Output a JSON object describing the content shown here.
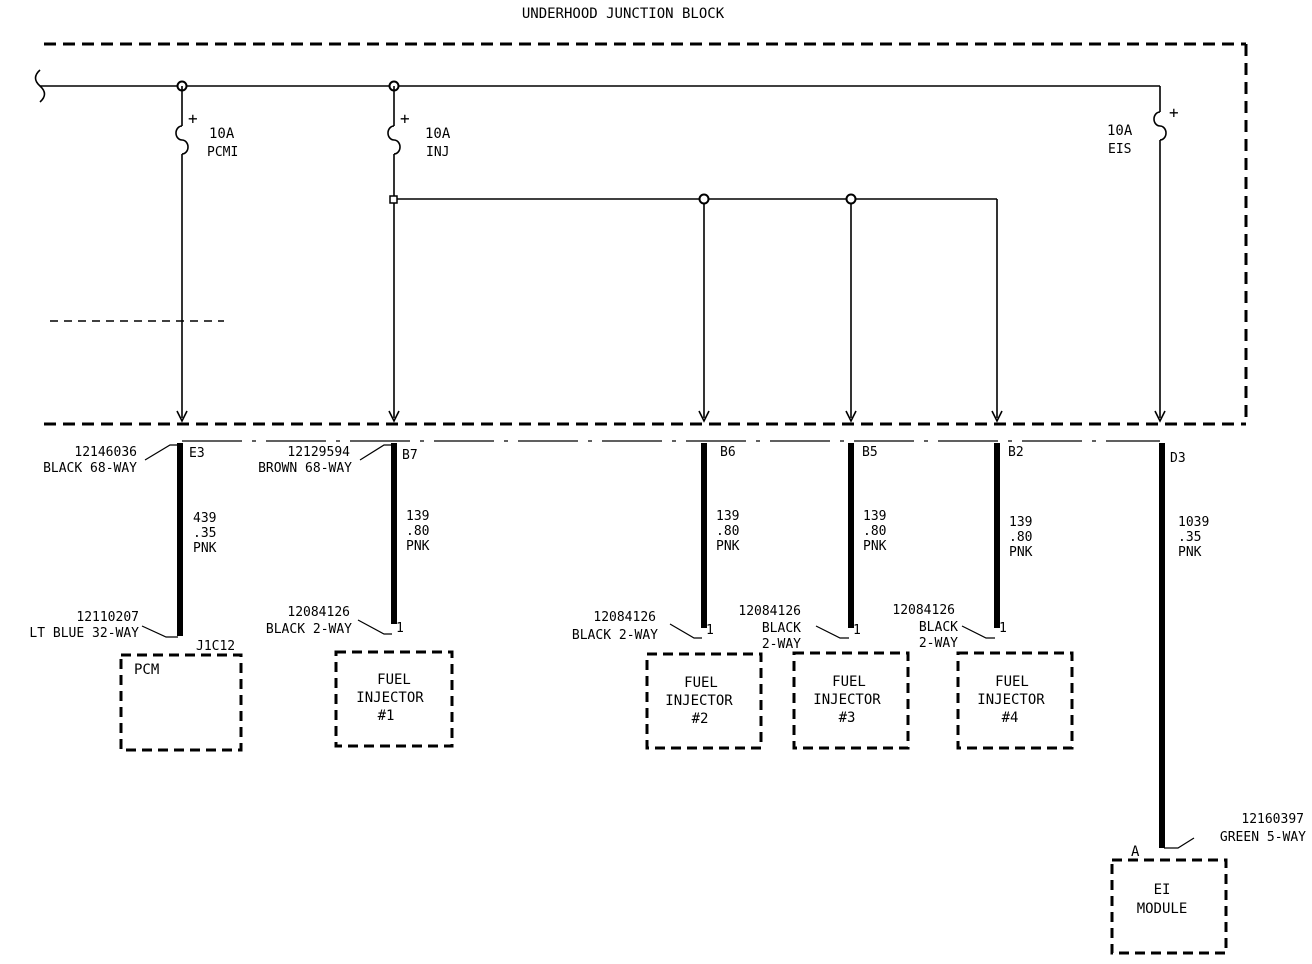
{
  "title": "UNDERHOOD JUNCTION BLOCK",
  "fuses": {
    "pcm": {
      "rating": "10A",
      "name": "PCMI"
    },
    "inj": {
      "rating": "10A",
      "name": "INJ"
    },
    "eis": {
      "rating": "10A",
      "name": "EIS"
    }
  },
  "connectors": {
    "pcm_side": {
      "part": "12146036",
      "desc": "BLACK 68-WAY"
    },
    "inj_side": {
      "part": "12129594",
      "desc": "BROWN 68-WAY"
    }
  },
  "pins": {
    "e3": "E3",
    "b7": "B7",
    "b6": "B6",
    "b5": "B5",
    "b2": "B2",
    "d3": "D3"
  },
  "circuits": {
    "pcm": {
      "num": "439",
      "size": ".35",
      "color": "PNK"
    },
    "inj1": {
      "num": "139",
      "size": ".80",
      "color": "PNK"
    },
    "inj2": {
      "num": "139",
      "size": ".80",
      "color": "PNK"
    },
    "inj3": {
      "num": "139",
      "size": ".80",
      "color": "PNK"
    },
    "inj4": {
      "num": "139",
      "size": ".80",
      "color": "PNK"
    },
    "ei": {
      "num": "1039",
      "size": ".35",
      "color": "PNK"
    }
  },
  "loads": {
    "pcm": {
      "part": "12110207",
      "desc": "LT BLUE 32-WAY",
      "pin": "J1C12",
      "name": "PCM"
    },
    "inj1": {
      "part": "12084126",
      "desc": "BLACK 2-WAY",
      "pin": "1",
      "line1": "FUEL",
      "line2": "INJECTOR",
      "line3": "#1"
    },
    "inj2": {
      "part": "12084126",
      "desc": "BLACK 2-WAY",
      "pin": "1",
      "line1": "FUEL",
      "line2": "INJECTOR",
      "line3": "#2"
    },
    "inj3": {
      "part": "12084126",
      "desc1": "BLACK",
      "desc2": "2-WAY",
      "pin": "1",
      "line1": "FUEL",
      "line2": "INJECTOR",
      "line3": "#3"
    },
    "inj4": {
      "part": "12084126",
      "desc1": "BLACK",
      "desc2": "2-WAY",
      "pin": "1",
      "line1": "FUEL",
      "line2": "INJECTOR",
      "line3": "#4"
    },
    "ei": {
      "part": "12160397",
      "desc": "GREEN 5-WAY",
      "pin": "A",
      "line1": "EI",
      "line2": "MODULE"
    }
  },
  "polarity": "+"
}
